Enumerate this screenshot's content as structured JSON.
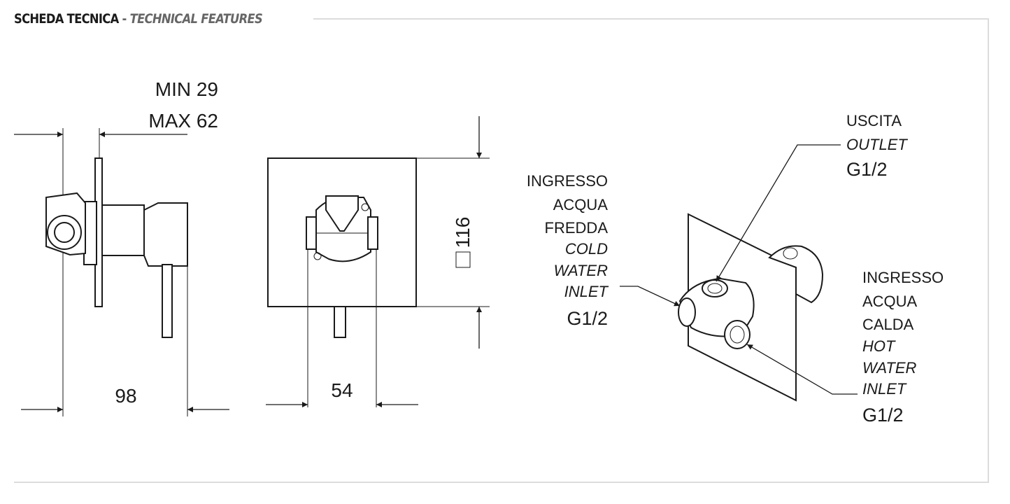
{
  "header": {
    "title_main": "SCHEDA TECNICA",
    "separator": " - ",
    "title_italic": "TECHNICAL FEATURES"
  },
  "side_view": {
    "depth_min": "MIN 29",
    "depth_max": "MAX 62",
    "length": "98"
  },
  "front_view": {
    "plate_size": "116",
    "plate_symbol": "□",
    "connection_spacing": "54"
  },
  "iso_view": {
    "outlet": {
      "it": "USCITA",
      "en": "OUTLET",
      "thread": "G1/2"
    },
    "cold_inlet": {
      "it_lines": [
        "INGRESSO",
        "ACQUA",
        "FREDDA"
      ],
      "en_lines": [
        "COLD",
        "WATER",
        "INLET"
      ],
      "thread": "G1/2"
    },
    "hot_inlet": {
      "it_lines": [
        "INGRESSO",
        "ACQUA",
        "CALDA"
      ],
      "en_lines": [
        "HOT",
        "WATER",
        "INLET"
      ],
      "thread": "G1/2"
    }
  },
  "colors": {
    "ink": "#1a1a1a",
    "frame": "#dcdcdc",
    "accent_text": "#666666"
  }
}
